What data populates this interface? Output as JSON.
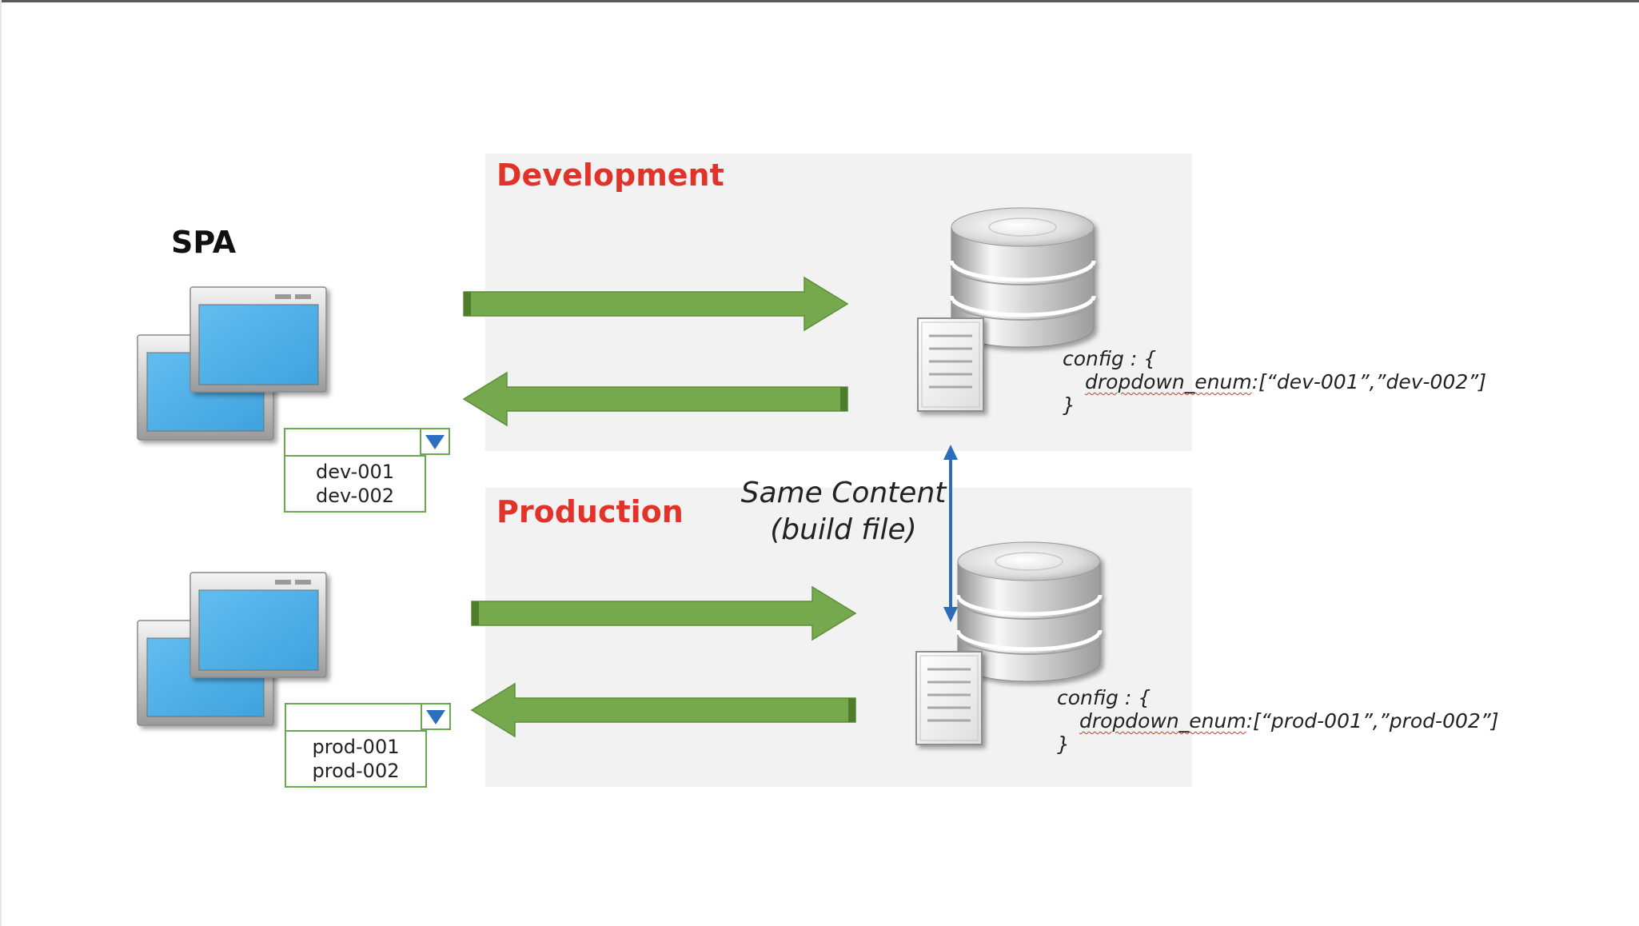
{
  "spa_label": "SPA",
  "development": {
    "label": "Development",
    "dropdown_options": [
      "dev-001",
      "dev-002"
    ],
    "config": {
      "open": "config : {",
      "key": "dropdown_enum",
      "value": ":[“dev-001”,”dev-002”]",
      "close": "}"
    }
  },
  "production": {
    "label": "Production",
    "dropdown_options": [
      "prod-001",
      "prod-002"
    ],
    "config": {
      "open": "config : {",
      "key": "dropdown_enum",
      "value": ":[“prod-001”,”prod-002”]",
      "close": "}"
    }
  },
  "link_label": {
    "line1": "Same Content",
    "line2": "(build file)"
  },
  "colors": {
    "environment_label": "#e1332a",
    "arrow_fill": "#76a84d",
    "arrow_edge": "#4e7d2c",
    "link_arrow": "#2d6bbd",
    "panel_background": "#f2f2f2",
    "dropdown_border": "#6aa84f",
    "dropdown_triangle": "#2c6fbf",
    "screen": "#4daee6"
  },
  "icons": {
    "client": "browser-windows-icon",
    "server": "database-server-icon",
    "file": "document-icon",
    "dropdown": "triangle-down-icon"
  }
}
